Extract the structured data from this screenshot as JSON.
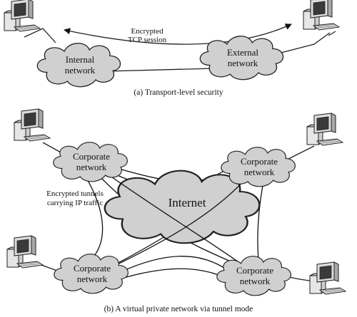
{
  "part_a": {
    "caption": "(a) Transport-level security",
    "session_label_line1": "Encrypted",
    "session_label_line2": "TCP session",
    "internal_line1": "Internal",
    "internal_line2": "network",
    "external_line1": "External",
    "external_line2": "network"
  },
  "part_b": {
    "caption": "(b) A virtual private network via tunnel mode",
    "internet_label": "Internet",
    "tunnels_line1": "Encrypted tunnels",
    "tunnels_line2": "carrying IP traffic",
    "corporate_line1": "Corporate",
    "corporate_line2": "network"
  },
  "icons": {
    "computer": "workstation-icon",
    "cloud": "cloud-network-icon"
  },
  "colors": {
    "cloud_fill": "#d0d0d0",
    "line": "#222222",
    "background": "#ffffff"
  }
}
